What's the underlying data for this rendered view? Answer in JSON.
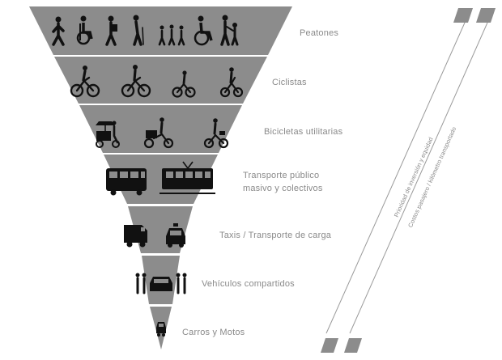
{
  "pyramid": {
    "tiers": [
      {
        "label": "Peatones",
        "icons": [
          "pedestrian-walking-icon",
          "wheelchair-user-icon",
          "pedestrian-with-bag-icon",
          "elderly-with-cane-icon",
          "children-group-icon",
          "wheelchair-icon",
          "adult-with-child-icon"
        ]
      },
      {
        "label": "Ciclistas",
        "icons": [
          "bicycle-rider-icon",
          "bicycle-rider-icon",
          "child-cyclist-icon",
          "folding-bike-rider-icon"
        ]
      },
      {
        "label": "Bicicletas utilitarias",
        "icons": [
          "vendor-tricycle-icon",
          "cargo-bike-icon",
          "bike-with-basket-icon"
        ]
      },
      {
        "label_lines": [
          "Transporte público",
          "masivo y colectivos"
        ],
        "icons": [
          "bus-icon",
          "tram-icon"
        ]
      },
      {
        "label": "Taxis / Transporte de carga",
        "icons": [
          "delivery-van-icon",
          "taxi-icon"
        ]
      },
      {
        "label": "Vehículos compartidos",
        "icons": [
          "carpool-car-with-people-icon"
        ]
      },
      {
        "label": "Carros y Motos",
        "icons": [
          "car-icon"
        ]
      }
    ]
  },
  "side_axis": {
    "left_label": "Prioridad de inversión y equidad",
    "right_label": "Costos pasajero / kilómetro transportado"
  },
  "colors": {
    "tier_fill": "#8c8c8c",
    "icon_color": "#111111",
    "label_color": "#8a8a8a",
    "line_color": "#9a9a9a"
  }
}
